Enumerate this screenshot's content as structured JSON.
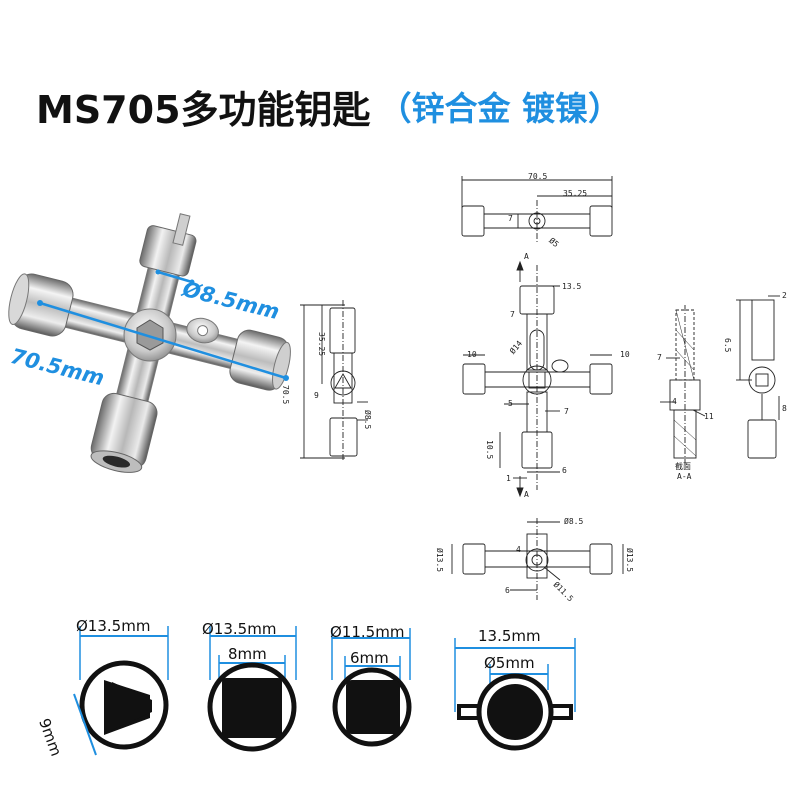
{
  "title": {
    "main": "MS705多功能钥匙",
    "sub": "（锌合金 镀镍）"
  },
  "photo": {
    "dia_label": "Ø8.5mm",
    "length_label": "70.5mm"
  },
  "drawing_top": {
    "overall": "70.5",
    "half": "35.25",
    "h7": "7",
    "d5": "Ø5"
  },
  "drawing_side": {
    "overall": "70.5",
    "half": "35.25",
    "angle": "9",
    "d85": "Ø8.5"
  },
  "drawing_front": {
    "section_mark_top": "A",
    "section_mark_bottom": "A",
    "d135": "13.5",
    "left10": "10",
    "right10": "10",
    "h7": "7",
    "d14": "Ø14",
    "l5": "5",
    "r7": "7",
    "v105": "10.5",
    "l1": "1",
    "r6": "6"
  },
  "drawing_section": {
    "h7": "7",
    "l4": "4",
    "r11": "11",
    "caption_cn": "截面",
    "caption": "A-A"
  },
  "drawing_right": {
    "top2": "2",
    "h65": "6.5",
    "b8": "8"
  },
  "drawing_bottom": {
    "d85": "Ø8.5",
    "l135": "Ø13.5",
    "r135": "Ø13.5",
    "h4": "4",
    "b6": "6",
    "d115": "Ø11.5"
  },
  "sections": [
    {
      "outer": "Ø13.5mm",
      "inner": "9mm",
      "shape": "triangle"
    },
    {
      "outer": "Ø13.5mm",
      "inner": "8mm",
      "shape": "square"
    },
    {
      "outer": "Ø11.5mm",
      "inner": "6mm",
      "shape": "square"
    },
    {
      "outer": "13.5mm",
      "inner": "Ø5mm",
      "shape": "round-slot"
    }
  ]
}
